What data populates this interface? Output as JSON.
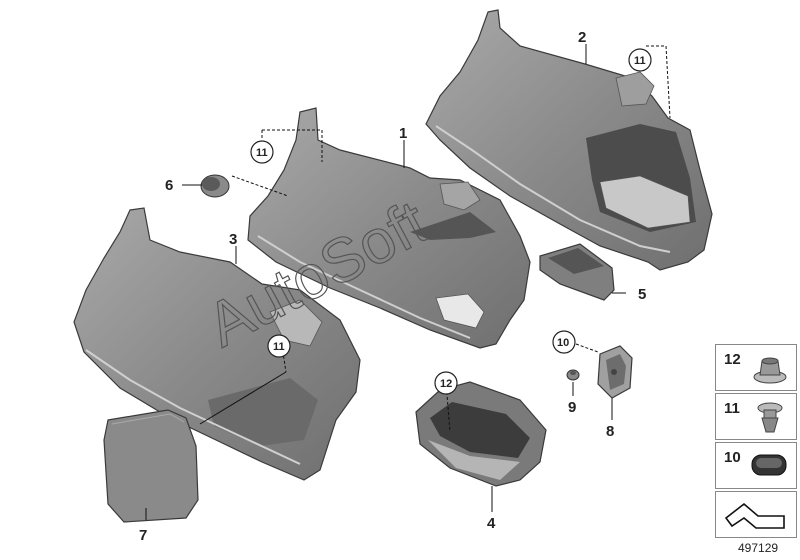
{
  "callouts": {
    "p1": "1",
    "p2": "2",
    "p3": "3",
    "p4": "4",
    "p5": "5",
    "p6": "6",
    "p7": "7",
    "p8": "8",
    "p9": "9",
    "c10": "10",
    "c11a": "11",
    "c11b": "11",
    "c11c": "11",
    "c12": "12"
  },
  "legend": [
    {
      "number": "12",
      "icon": "nut-icon"
    },
    {
      "number": "11",
      "icon": "clip-icon"
    },
    {
      "number": "10",
      "icon": "plug-icon"
    },
    {
      "number": "",
      "icon": "section-profile-icon"
    }
  ],
  "watermark": "AutoSoft",
  "reference_number": "497129",
  "colors": {
    "part_fill": "#8c8c8c",
    "part_dark": "#6e6e6e",
    "part_light": "#bdbdbd",
    "line": "#111111"
  }
}
